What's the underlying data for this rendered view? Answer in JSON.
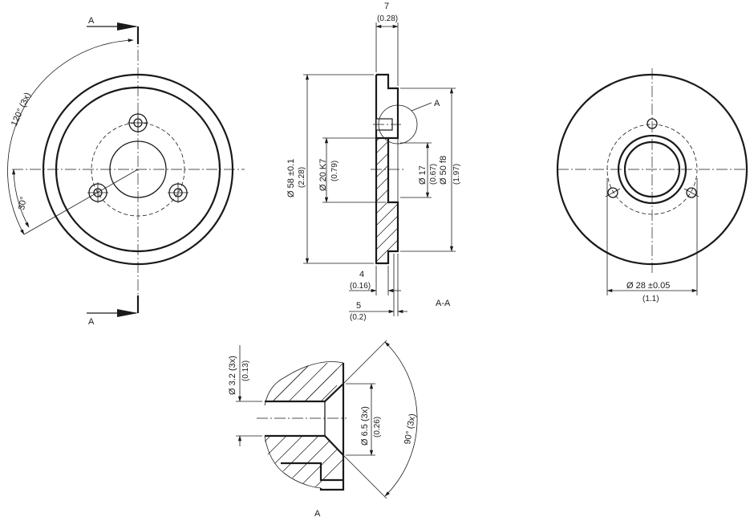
{
  "section_marks": {
    "top": "A",
    "bottom": "A"
  },
  "front_view": {
    "angle_120": "120° (3x)",
    "angle_30": "30°"
  },
  "section_view": {
    "title": "A-A",
    "detail_ref": "A",
    "dim_7": "7",
    "dim_7_in": "(0.28)",
    "dim_58": "Ø 58 ±0.1",
    "dim_58_in": "(2.28)",
    "dim_20": "Ø 20 K7",
    "dim_20_in": "(0.79)",
    "dim_17": "Ø 17",
    "dim_17_in": "(0.67)",
    "dim_50": "Ø 50 f8",
    "dim_50_in": "(1.97)",
    "dim_4": "4",
    "dim_4_in": "(0.16)",
    "dim_5": "5",
    "dim_5_in": "(0.2)"
  },
  "back_view": {
    "dim_28": "Ø 28 ±0.05",
    "dim_28_in": "(1.1)"
  },
  "detail_view": {
    "title": "A",
    "dim_32": "Ø 3.2 (3x)",
    "dim_32_in": "(0.13)",
    "dim_65": "Ø 6.5 (3x)",
    "dim_65_in": "(0.26)",
    "angle_90": "90° (3x)"
  }
}
